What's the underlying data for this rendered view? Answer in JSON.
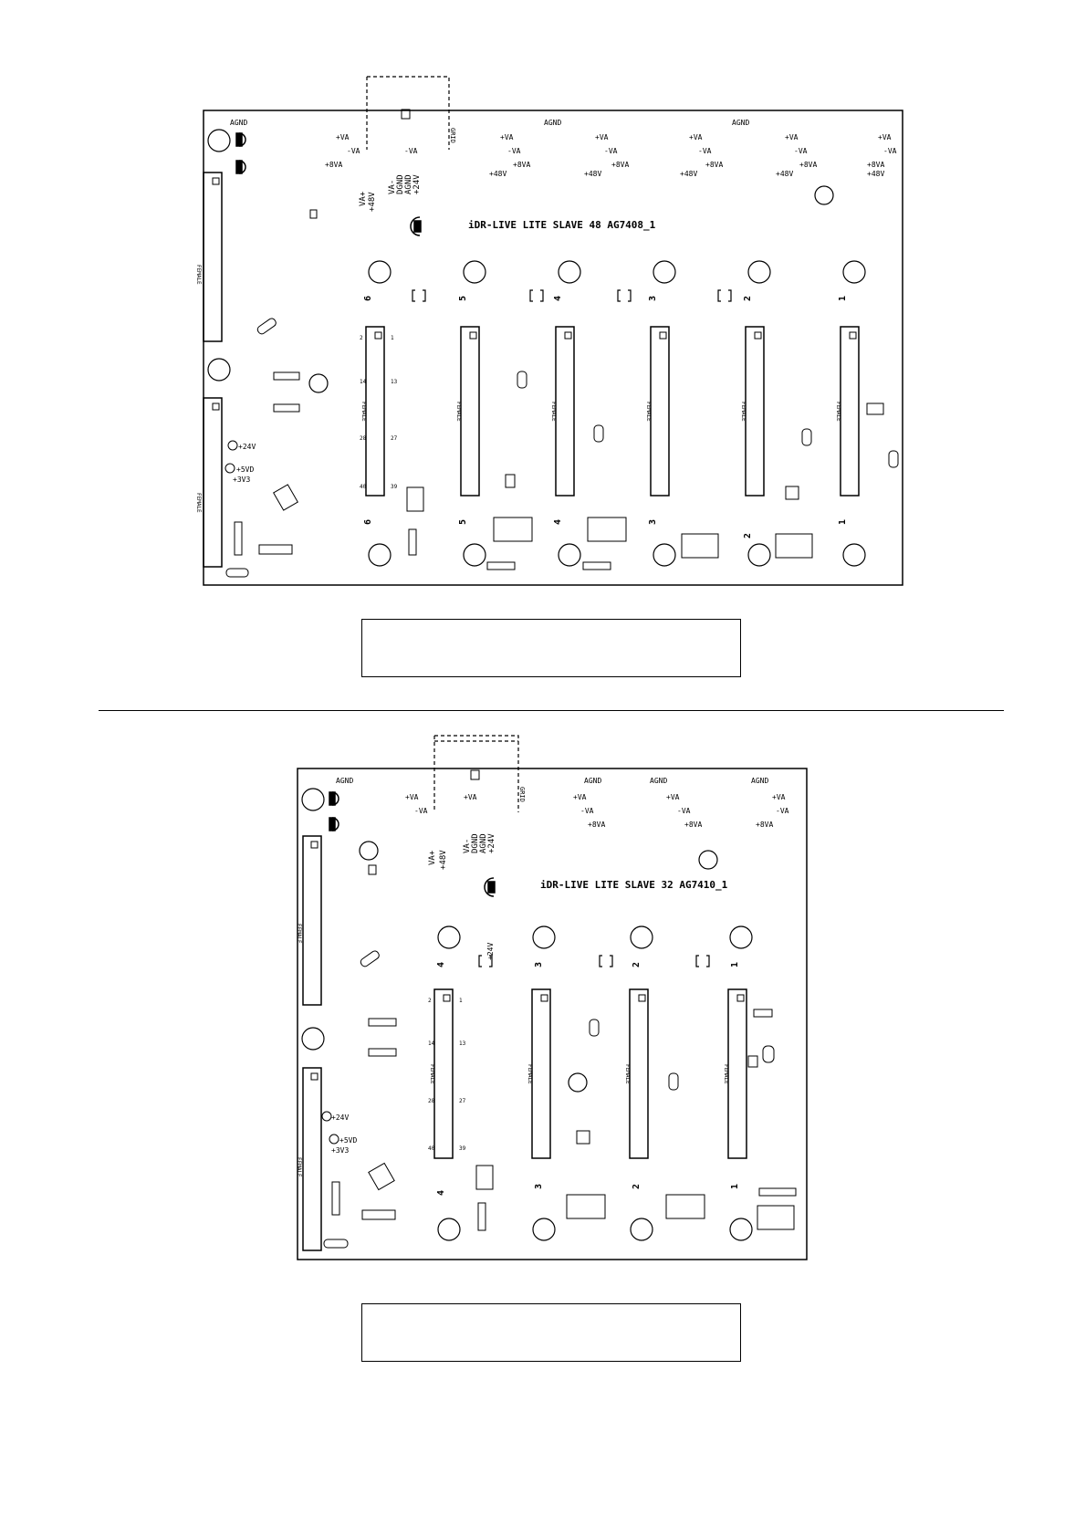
{
  "boards": [
    {
      "title": "iDR-LIVE LITE SLAVE 48  AG7408_1",
      "agnd": [
        "AGND",
        "AGND",
        "AGND"
      ],
      "rails": [
        "+VA",
        "-VA",
        "+8VA",
        "+48V"
      ],
      "supply_labels": [
        "+24V",
        "+5VD",
        "+3V3"
      ],
      "power_stack": [
        "+48V",
        "VA+",
        "VA-",
        "DGND",
        "AGND",
        "+24V"
      ],
      "channels": [
        "6",
        "5",
        "4",
        "3",
        "2",
        "1"
      ],
      "connector_label": "FEMALE",
      "pin_labels": [
        "1",
        "2",
        "13",
        "14",
        "27",
        "28",
        "39",
        "40"
      ]
    },
    {
      "title": "iDR-LIVE LITE SLAVE 32  AG7410_1",
      "agnd": [
        "AGND",
        "AGND",
        "AGND"
      ],
      "rails": [
        "+VA",
        "-VA",
        "+8VA"
      ],
      "supply_labels": [
        "+24V",
        "+5VD",
        "+3V3"
      ],
      "power_stack": [
        "+48V",
        "VA+",
        "VA-",
        "DGND",
        "AGND",
        "+24V"
      ],
      "channels": [
        "4",
        "3",
        "2",
        "1"
      ],
      "connector_label": "FEMALE",
      "pin_labels": [
        "1",
        "2",
        "13",
        "14",
        "27",
        "28",
        "39",
        "40"
      ]
    }
  ]
}
